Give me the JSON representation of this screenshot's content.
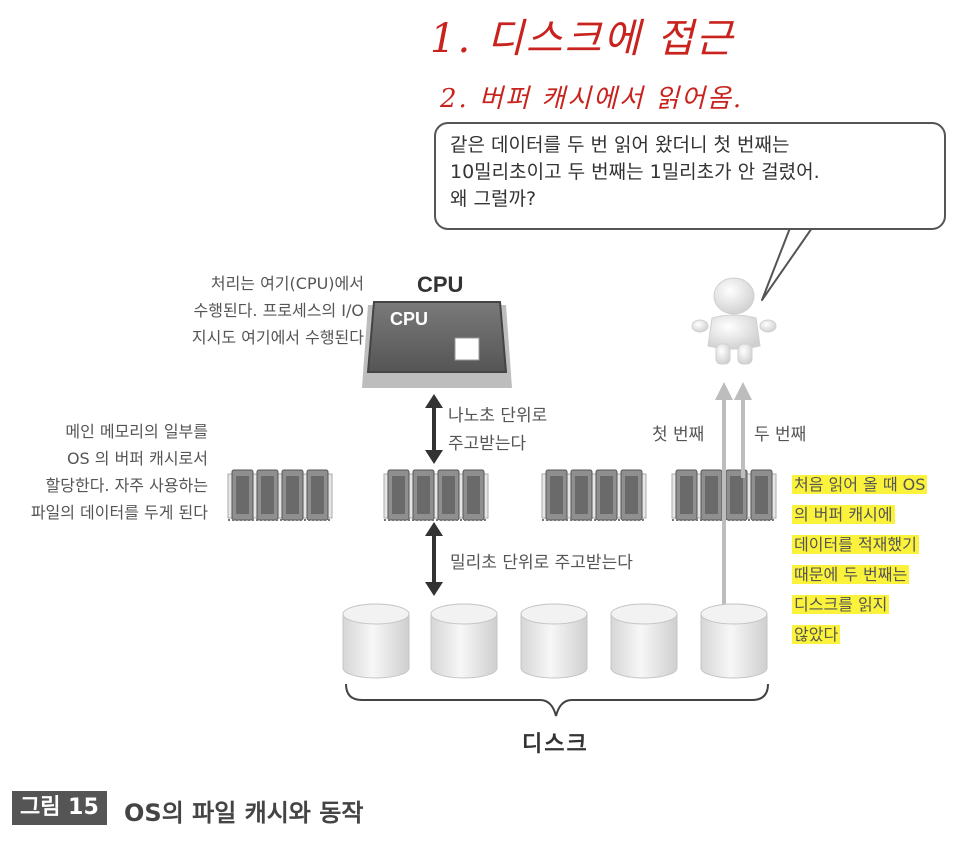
{
  "handwritten_notes": [
    "1. 디스크에 접근",
    "2. 버퍼 캐시에서 읽어옴."
  ],
  "speech_bubble": {
    "lines": [
      "같은 데이터를 두 번 읽어 왔더니 첫 번째는",
      "10밀리초이고 두 번째는 1밀리초가 안 걸렸어.",
      "왜 그럴까?"
    ]
  },
  "cpu": {
    "title": "CPU",
    "chip_label": "CPU",
    "note_lines": [
      "처리는 여기(CPU)에서",
      "수행된다. 프로세스의 I/O",
      "지시도 여기에서 수행된다"
    ]
  },
  "memory": {
    "note_lines": [
      "메인 메모리의 일부를",
      "OS 의 버퍼 캐시로서",
      "할당한다. 자주 사용하는",
      "파일의 데이터를 두게 된다"
    ]
  },
  "transfers": {
    "cpu_memory": [
      "나노초 단위로",
      "주고받는다"
    ],
    "memory_disk": "밀리초 단위로 주고받는다"
  },
  "reads": {
    "first": "첫 번째",
    "second": "두 번째"
  },
  "highlight_note": [
    "처음 읽어 올 때 OS",
    "의 버퍼 캐시에",
    "데이터를 적재했기",
    "때문에 두 번째는",
    "디스크를 읽지",
    "않았다"
  ],
  "colors": {
    "highlight": "#fbf33b",
    "handwriting": "#c8231e"
  },
  "disk_label": "디스크",
  "figure": {
    "badge": "그림 15",
    "title": "OS의 파일 캐시와 동작"
  }
}
